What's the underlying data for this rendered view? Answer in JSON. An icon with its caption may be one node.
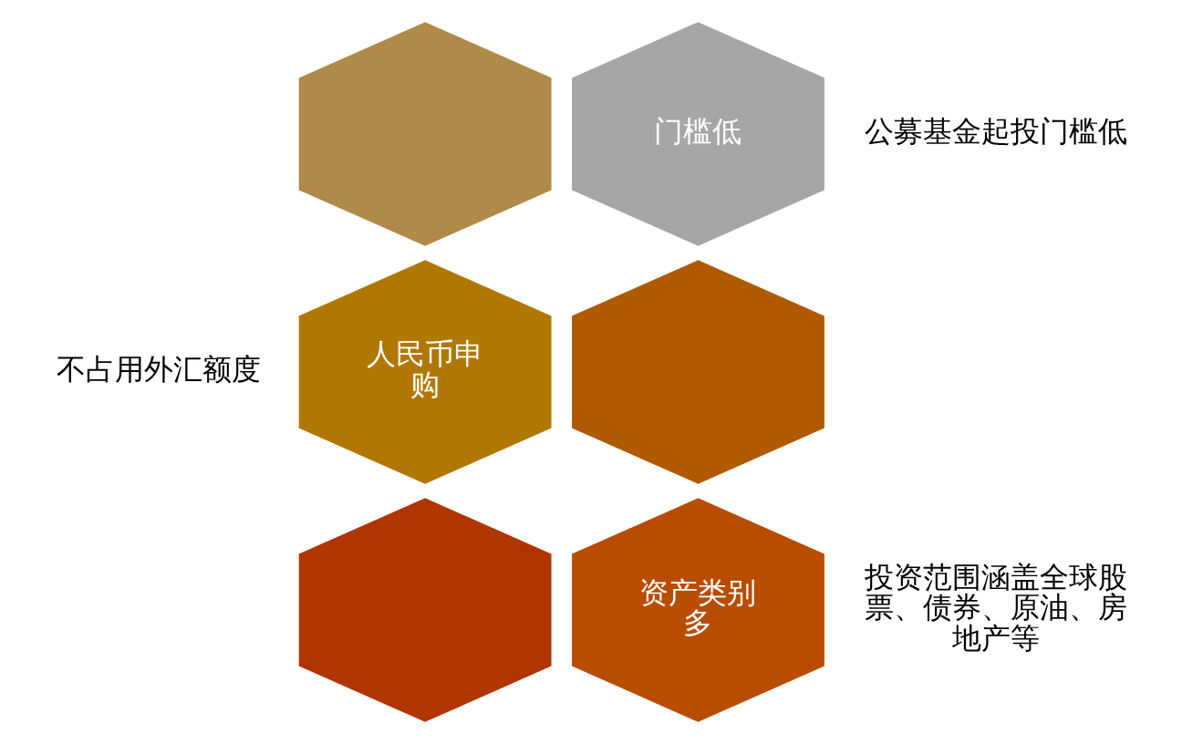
{
  "diagram": {
    "nodes": [
      {
        "text": [],
        "shape": "hexagon"
      },
      {
        "text": [
          "门槛低"
        ],
        "beside": [
          "公募基金起投门槛低"
        ]
      },
      {
        "text": [
          "人民币申购"
        ],
        "beside": [
          "不占用外汇额度"
        ]
      },
      {
        "text": [],
        "shape": "hexagon"
      },
      {
        "text": [],
        "shape": "hexagon"
      },
      {
        "text": [
          "资产类别多"
        ],
        "beside": [
          "投资范围涵盖全球股票、债券、原油、房地产等"
        ]
      }
    ]
  }
}
